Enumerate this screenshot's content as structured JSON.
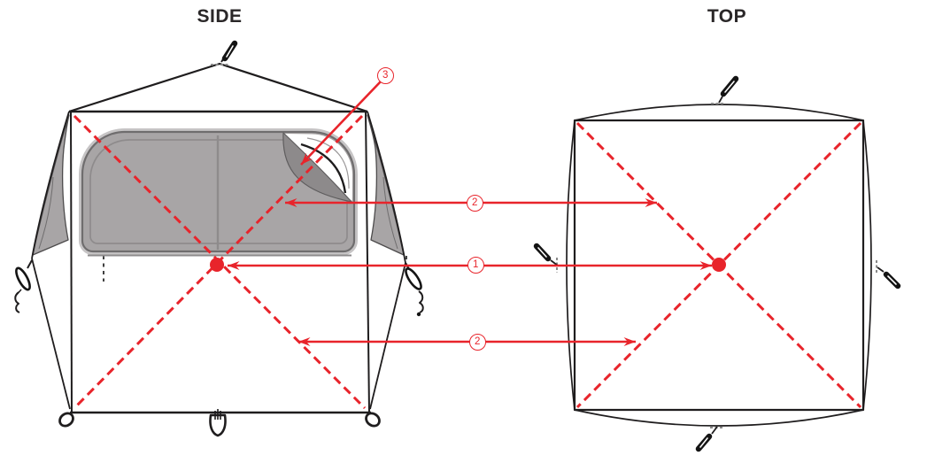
{
  "diagram": {
    "side_view": {
      "title": "SIDE"
    },
    "top_view": {
      "title": "TOP"
    },
    "callouts": {
      "center_point": "1",
      "diagonal_upper": "2",
      "diagonal_lower": "2",
      "window_flap": "3"
    },
    "colors": {
      "accent_red": "#e8242b",
      "ink": "#1f1d1e",
      "panel_gray": "#a8a5a6",
      "flap_gray": "#8d8a8b",
      "band_gray": "#c6c4c5",
      "frame_gray": "#6f6d6e",
      "inner_gray": "#8e8b8c"
    }
  }
}
